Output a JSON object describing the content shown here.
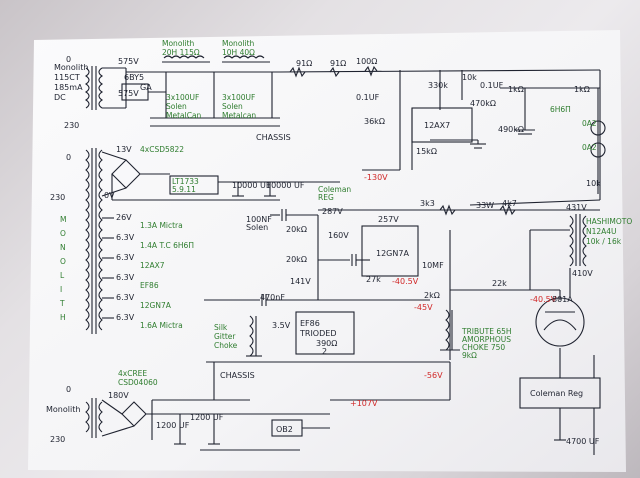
{
  "left_labels": {
    "top_supply": [
      "Monolith",
      "115CT",
      "185mA",
      "DC"
    ],
    "mid_supply": [
      "M",
      "O",
      "N",
      "O",
      "L",
      "I",
      "T",
      "H"
    ],
    "bottom_supply": [
      "Monolith"
    ],
    "zero_a": "0",
    "v230_a": "230",
    "zero_b": "0",
    "v230_b": "230",
    "zero_c": "0",
    "v230_c": "230"
  },
  "top_section": {
    "rect_tube": "6BY5",
    "rect_tube_sub": "GA",
    "v575_a": "575V",
    "v575_b": "575V",
    "choke1": [
      "Monolith",
      "20H 115Ω"
    ],
    "caps1": [
      "3x100UF",
      "Solen",
      "MetalCan"
    ],
    "choke2": [
      "Monolith",
      "10H 40Ω"
    ],
    "caps2": [
      "3x100UF",
      "Solen",
      "Metalcan"
    ],
    "chassis": "CHASSIS",
    "r_a": "91Ω",
    "r_b": "91Ω",
    "r_c": "100Ω",
    "cap_a": "0.1UF",
    "r_d": "330k",
    "r_e": "10k",
    "cap_b": "0.1UF",
    "r_f": "470kΩ",
    "r_g": "1kΩ",
    "r_h": "1kΩ",
    "tube_a": "6H6Π",
    "r_i": "36kΩ",
    "tube_b": "12AX7",
    "r_j": "15kΩ",
    "r_k": "490kΩ",
    "r_l": "10k",
    "tube_c": "0A2",
    "tube_d": "0A2",
    "neg130": "-130V"
  },
  "middle_section": {
    "filament_13v": "13V",
    "bridge": "4xCSD5822",
    "r_0v": "0V",
    "reg1": "LT1733",
    "reg1_sub": "5.9.11",
    "cap_c": "10000 UF",
    "cap_d": "10000 UF",
    "coleman": "Coleman",
    "coleman_sub": "REG",
    "taps": [
      "26V",
      "6.3V",
      "6.3V",
      "6.3V",
      "6.3V",
      "6.3V"
    ],
    "tap_notes": [
      "1.3A Mictra",
      "1.4A T.C 6H6Π",
      "12AX7",
      "EF86",
      "12GN7A",
      "1.6A Mictra"
    ],
    "cap_e": "100NF",
    "cap_e_sub": "Solen",
    "r_m": "20kΩ",
    "v287": "287V",
    "v160": "160V",
    "r_n": "20kΩ",
    "v141": "141V",
    "v257": "257V",
    "tube_e": "12GN7A",
    "cap_f": "10MF",
    "r_o": "27k",
    "neg405": "-40.5V",
    "r_p": "2kΩ",
    "neg45": "-45V",
    "r_q": "3k3",
    "r_r": "33W",
    "r_s": "4k7",
    "v431": "431V",
    "tx": [
      "HASHIMOTO",
      "N12A4U",
      "10k / 16k"
    ],
    "v410": "410V",
    "r_t": "22k",
    "neg405b": "-40.5V",
    "tube_f": "801A",
    "cap_g": "470nF",
    "choke3": [
      "Silk",
      "Gitter",
      "Choke"
    ],
    "tube_g": [
      "EF86",
      "TRIODED"
    ],
    "v35": "3.5V",
    "r_u": "390Ω",
    "r_u_sub": "2",
    "tribute": [
      "TRIBUTE 65H",
      "AMORPHOUS",
      "CHOKE 750",
      "9kΩ"
    ]
  },
  "bottom_section": {
    "diodes": [
      "4xCREE",
      "CSD04060"
    ],
    "v180": "180V",
    "chassis": "CHASSIS",
    "cap_h": "1200 UF",
    "cap_i": "1200 UF",
    "tube_h": "OB2",
    "v107": "+107V",
    "neg56": "-56V",
    "reg_box": "Coleman Reg",
    "cap_j": "4700 UF"
  }
}
